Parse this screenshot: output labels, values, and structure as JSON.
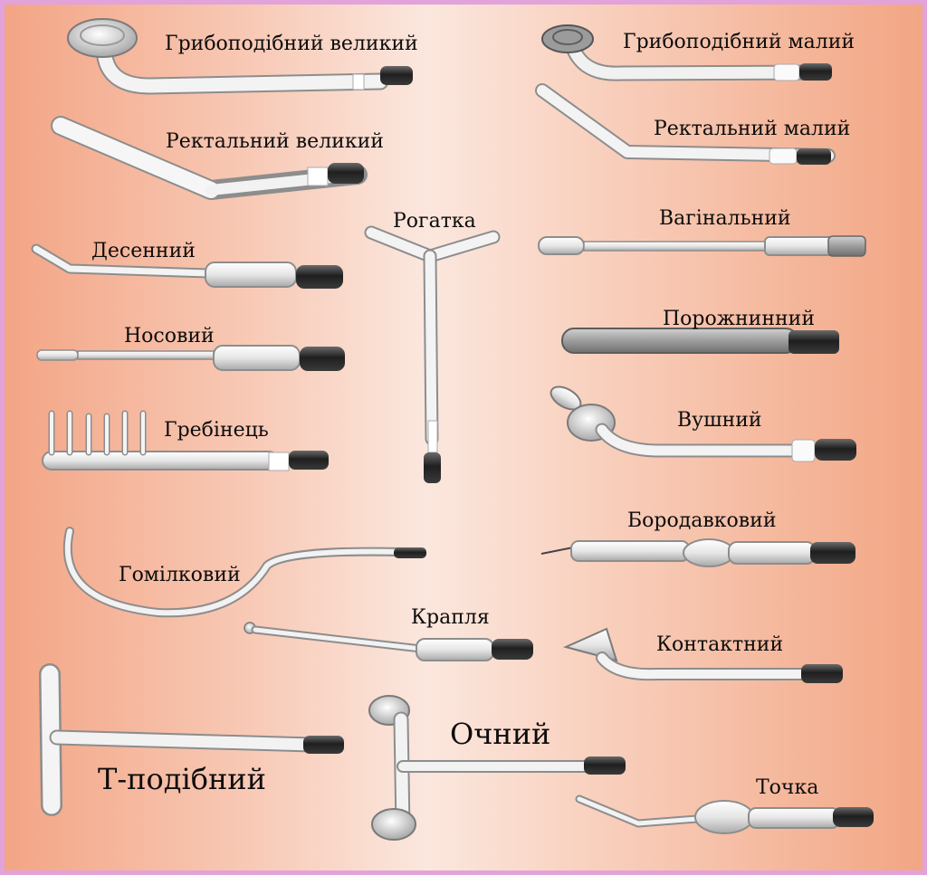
{
  "colors": {
    "background_center": "#fbe7de",
    "background_edge": "#f2a684",
    "border": "#e2a2da",
    "glass": "#f5f5f5",
    "cap": "#2b2b2b"
  },
  "labels": {
    "mushroom_large": "Грибоподібний великий",
    "mushroom_small": "Грибоподібний малий",
    "rectal_large": "Ректальний великий",
    "rectal_small": "Ректальний малий",
    "slingshot": "Рогатка",
    "vaginal": "Вагінальний",
    "gum": "Десенний",
    "cavity": "Порожнинний",
    "nasal": "Носовий",
    "ear": "Вушний",
    "comb": "Гребінець",
    "wart": "Бородавковий",
    "shin": "Гомілковий",
    "drop": "Крапля",
    "contact": "Контактний",
    "eye": "Очний",
    "t_shaped": "Т-подібний",
    "point": "Точка"
  }
}
